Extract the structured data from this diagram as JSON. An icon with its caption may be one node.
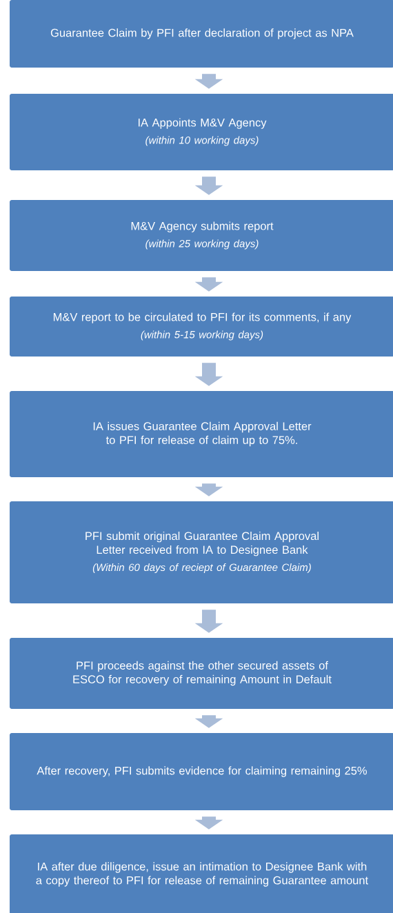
{
  "diagram": {
    "nodes": [
      {
        "text": [
          "Guarantee Claim by PFI after declaration of project as NPA"
        ]
      },
      {
        "text": [
          "IA Appoints M&V Agency",
          "(within 10 working days)"
        ]
      },
      {
        "text": [
          "M&V Agency submits report",
          "(within 25 working days)"
        ]
      },
      {
        "text": [
          "M&V report to be circulated to PFI for its comments, if any",
          "(within 5-15 working days)"
        ]
      },
      {
        "text": [
          "IA issues Guarantee Claim Approval Letter to PFI for release of claim up to 75%."
        ]
      },
      {
        "text": [
          "PFI submit original Guarantee Claim Approval Letter received from IA to Designee Bank",
          "(Within 60 days of reciept of Guarantee Claim)"
        ]
      },
      {
        "text": [
          "PFI proceeds against the other secured assets of ESCO for recovery of remaining Amount in Default"
        ]
      },
      {
        "text": [
          "After recovery, PFI submits evidence for claiming remaining 25%"
        ]
      },
      {
        "text": [
          "IA after due diligence, issue an intimation to Designee Bank with a copy thereof to PFI for release of remaining Guarantee amount"
        ]
      }
    ],
    "edges": [
      {
        "from": 0,
        "to": 1,
        "arrow": "to"
      },
      {
        "from": 1,
        "to": 2,
        "arrow": "to"
      },
      {
        "from": 2,
        "to": 3,
        "arrow": "to"
      },
      {
        "from": 3,
        "to": 4,
        "arrow": "to"
      },
      {
        "from": 4,
        "to": 5,
        "arrow": "to"
      },
      {
        "from": 5,
        "to": 6,
        "arrow": "to"
      },
      {
        "from": 6,
        "to": 7,
        "arrow": "to"
      },
      {
        "from": 7,
        "to": 8,
        "arrow": "to"
      }
    ]
  }
}
